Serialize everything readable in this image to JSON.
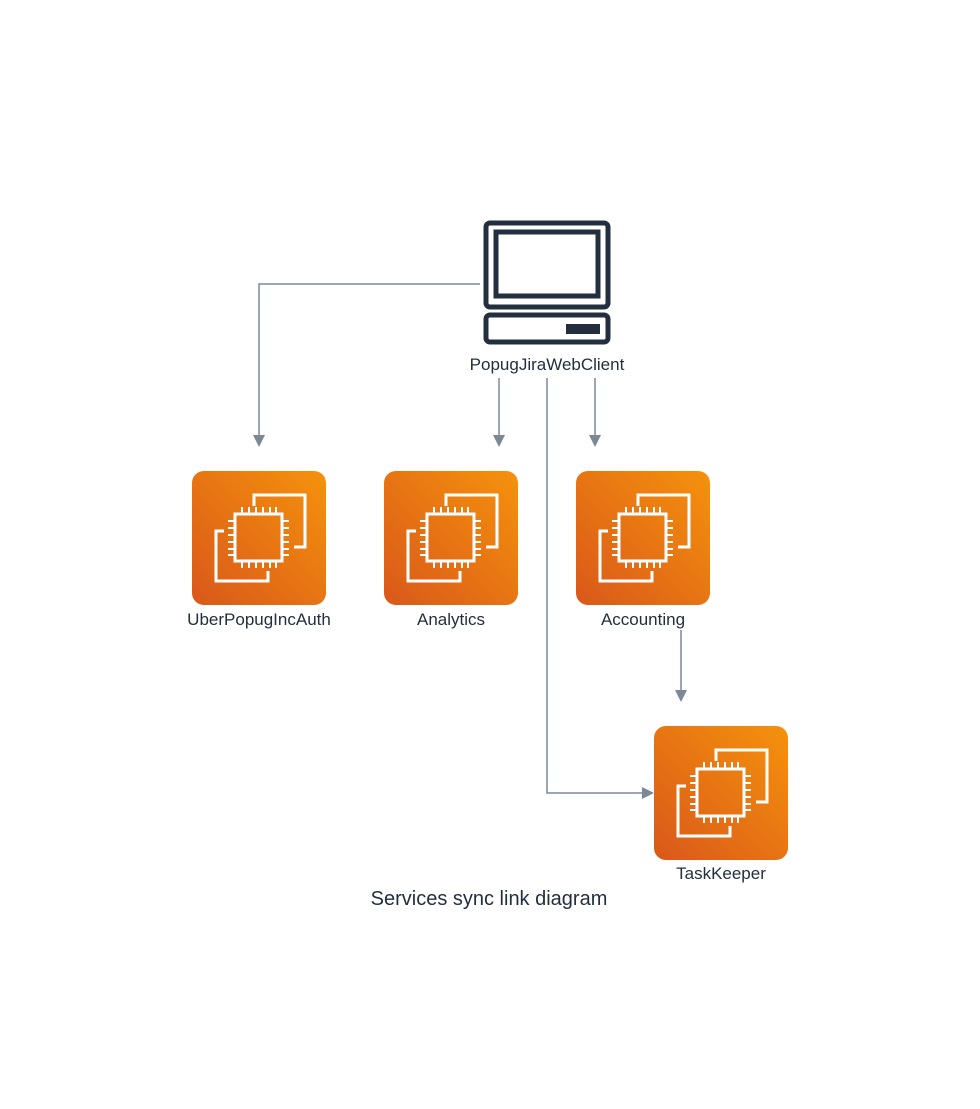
{
  "diagram": {
    "caption": "Services sync link diagram",
    "colors": {
      "node_gradient_start": "#f5920c",
      "node_gradient_end": "#d9581a",
      "client_icon": "#232f3e",
      "edge": "#7b8896",
      "text": "#232f3e"
    },
    "nodes": {
      "client": {
        "label": "PopugJiraWebClient",
        "icon": "desktop-client-icon"
      },
      "auth": {
        "label": "UberPopugIncAuth",
        "icon": "ec2-instances-icon"
      },
      "analytics": {
        "label": "Analytics",
        "icon": "ec2-instances-icon"
      },
      "accounting": {
        "label": "Accounting",
        "icon": "ec2-instances-icon"
      },
      "taskkeeper": {
        "label": "TaskKeeper",
        "icon": "ec2-instances-icon"
      }
    },
    "edges": [
      {
        "from": "PopugJiraWebClient",
        "to": "UberPopugIncAuth"
      },
      {
        "from": "PopugJiraWebClient",
        "to": "Analytics"
      },
      {
        "from": "PopugJiraWebClient",
        "to": "Accounting"
      },
      {
        "from": "PopugJiraWebClient",
        "to": "TaskKeeper"
      },
      {
        "from": "Accounting",
        "to": "TaskKeeper"
      }
    ]
  }
}
